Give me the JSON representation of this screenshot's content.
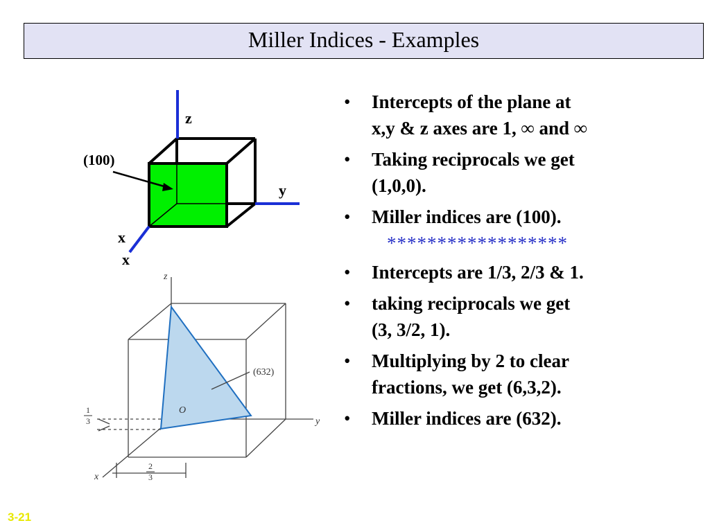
{
  "title": "Miller Indices - Examples",
  "cube_figure": {
    "label_plane": "(100)",
    "axis_z": "z",
    "axis_y": "y",
    "axis_x": "x",
    "axis_x_repeat": "x",
    "plane_color": "#00f000",
    "axis_color": "#1a2fd6"
  },
  "textbook_figure": {
    "axis_z": "z",
    "axis_y": "y",
    "axis_x": "x",
    "origin": "O",
    "plane_label": "(632)",
    "frac_x_num": "1",
    "frac_x_den": "3",
    "frac_y_num": "2",
    "frac_y_den": "3",
    "plane_fill": "#bcd8ee",
    "plane_edge": "#1f6fc0"
  },
  "bullets_top": [
    {
      "l1": "Intercepts of the plane at",
      "l2": "x,y & z axes are 1, ∞ and ∞"
    },
    {
      "l1": "Taking reciprocals we get",
      "l2": "(1,0,0)."
    },
    {
      "l1": "Miller indices are (100).",
      "l2": ""
    }
  ],
  "separator": "******************",
  "bullets_bottom": [
    {
      "l1": "Intercepts are 1/3, 2/3 & 1.",
      "l2": ""
    },
    {
      "l1": "taking reciprocals we get",
      "l2": "(3, 3/2, 1)."
    },
    {
      "l1": "Multiplying by 2 to clear",
      "l2": "fractions, we get (6,3,2)."
    },
    {
      "l1": "Miller indices are (632).",
      "l2": ""
    }
  ],
  "bullet_char": "•",
  "slide_number": "3-21",
  "slide_number_color": "#e8e800"
}
